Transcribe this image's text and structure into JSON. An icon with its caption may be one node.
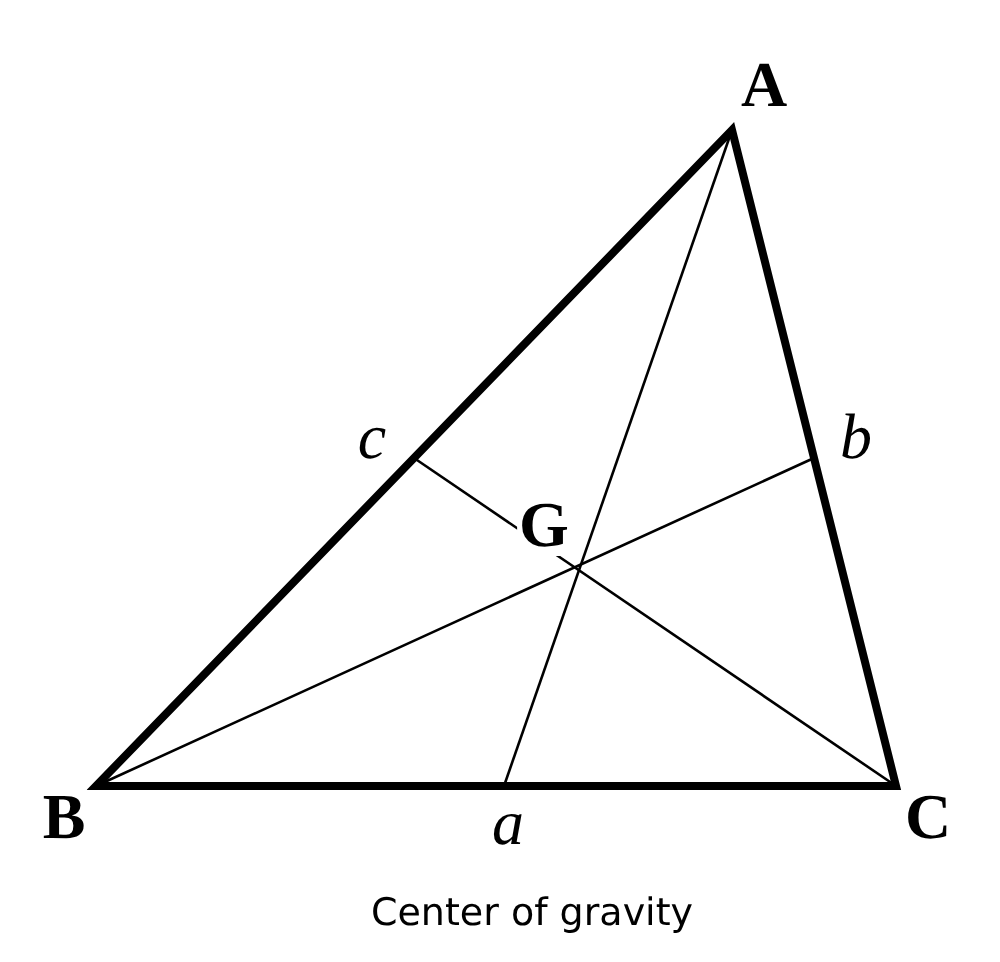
{
  "diagram": {
    "caption": "Center of gravity",
    "labels": [
      "A",
      "c",
      "b",
      "G",
      "B",
      "a",
      "C"
    ]
  }
}
